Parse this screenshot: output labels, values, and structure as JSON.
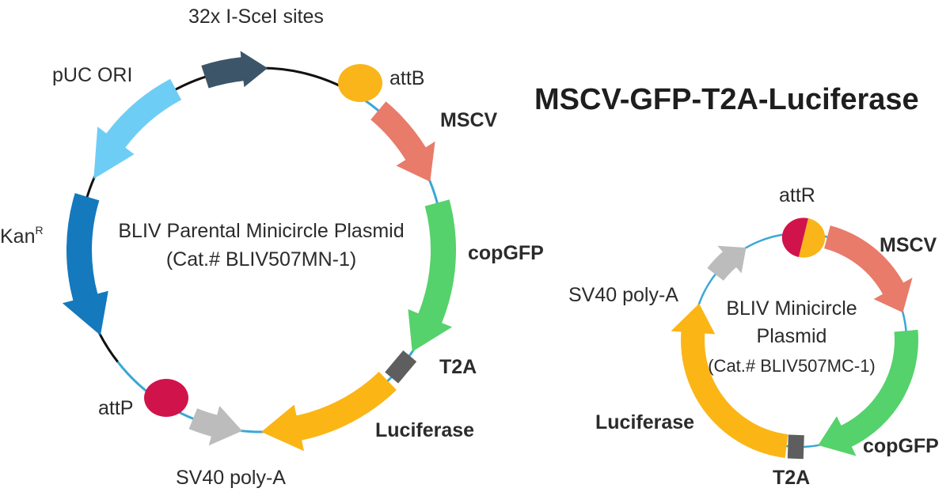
{
  "title": "MSCV-GFP-T2A-Luciferase",
  "colors": {
    "backbone": "#111111",
    "insert_line": "#3aa7d6",
    "sceI": "#3d5568",
    "puc": "#6ecdf5",
    "kan": "#1479bd",
    "att": "#f9b51a",
    "attP": "#d1134b",
    "mscv": "#e87b6a",
    "gfp": "#55d26b",
    "t2a": "#5e5e5e",
    "luc": "#fbb515",
    "sv40": "#bcbcbc"
  },
  "parental": {
    "name_line1": "BLIV Parental Minicircle Plasmid",
    "name_line2": "(Cat.# BLIV507MN-1)",
    "labels": {
      "scei": "32x I-SceI sites",
      "puc": "pUC ORI",
      "kan": "Kan",
      "kan_sup": "R",
      "attb": "attB",
      "attp": "attP",
      "mscv": "MSCV",
      "copgfp": "copGFP",
      "t2a": "T2A",
      "luciferase": "Luciferase",
      "sv40": "SV40 poly-A"
    }
  },
  "minicircle": {
    "name_line1": "BLIV Minicircle",
    "name_line2": "Plasmid",
    "name_line3": "(Cat.# BLIV507MC-1)",
    "labels": {
      "attr": "attR",
      "mscv": "MSCV",
      "copgfp": "copGFP",
      "t2a": "T2A",
      "luciferase": "Luciferase",
      "sv40": "SV40 poly-A"
    }
  }
}
